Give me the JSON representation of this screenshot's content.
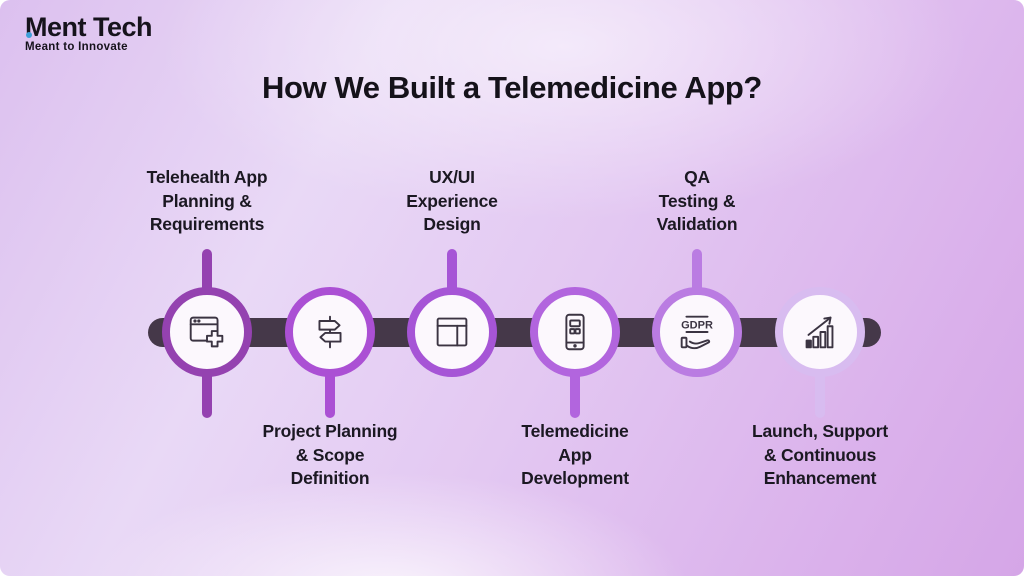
{
  "logo": {
    "name": "Ment Tech",
    "tagline": "Meant to Innovate",
    "dot_color": "#3f9fd8"
  },
  "title": "How We Built a Telemedicine App?",
  "colors": {
    "bar": "#453849",
    "icon_stroke": "#3b3442",
    "text": "#1b1822"
  },
  "timeline": {
    "steps": [
      {
        "label": "Telehealth App\nPlanning &\nRequirements",
        "label_position": "above",
        "icon": "browser-plus-icon",
        "ring_color": "#9442b0",
        "connector_top": true,
        "connector_bottom": true
      },
      {
        "label": "Project Planning\n& Scope\nDefinition",
        "label_position": "below",
        "icon": "signpost-icon",
        "ring_color": "#ab50d4",
        "connector_top": false,
        "connector_bottom": true
      },
      {
        "label": "UX/UI\nExperience\nDesign",
        "label_position": "above",
        "icon": "layout-icon",
        "ring_color": "#a655d6",
        "connector_top": true,
        "connector_bottom": false
      },
      {
        "label": "Telemedicine\nApp\nDevelopment",
        "label_position": "below",
        "icon": "mobile-app-icon",
        "ring_color": "#b265de",
        "connector_top": false,
        "connector_bottom": true
      },
      {
        "label": "QA\nTesting &\nValidation",
        "label_position": "above",
        "icon": "gdpr-hand-icon",
        "ring_color": "#ba7ce2",
        "connector_top": true,
        "connector_bottom": false
      },
      {
        "label": "Launch, Support\n& Continuous\nEnhancement",
        "label_position": "below",
        "icon": "growth-chart-icon",
        "ring_color": "#d8bcf0",
        "connector_top": false,
        "connector_bottom": true
      }
    ]
  }
}
